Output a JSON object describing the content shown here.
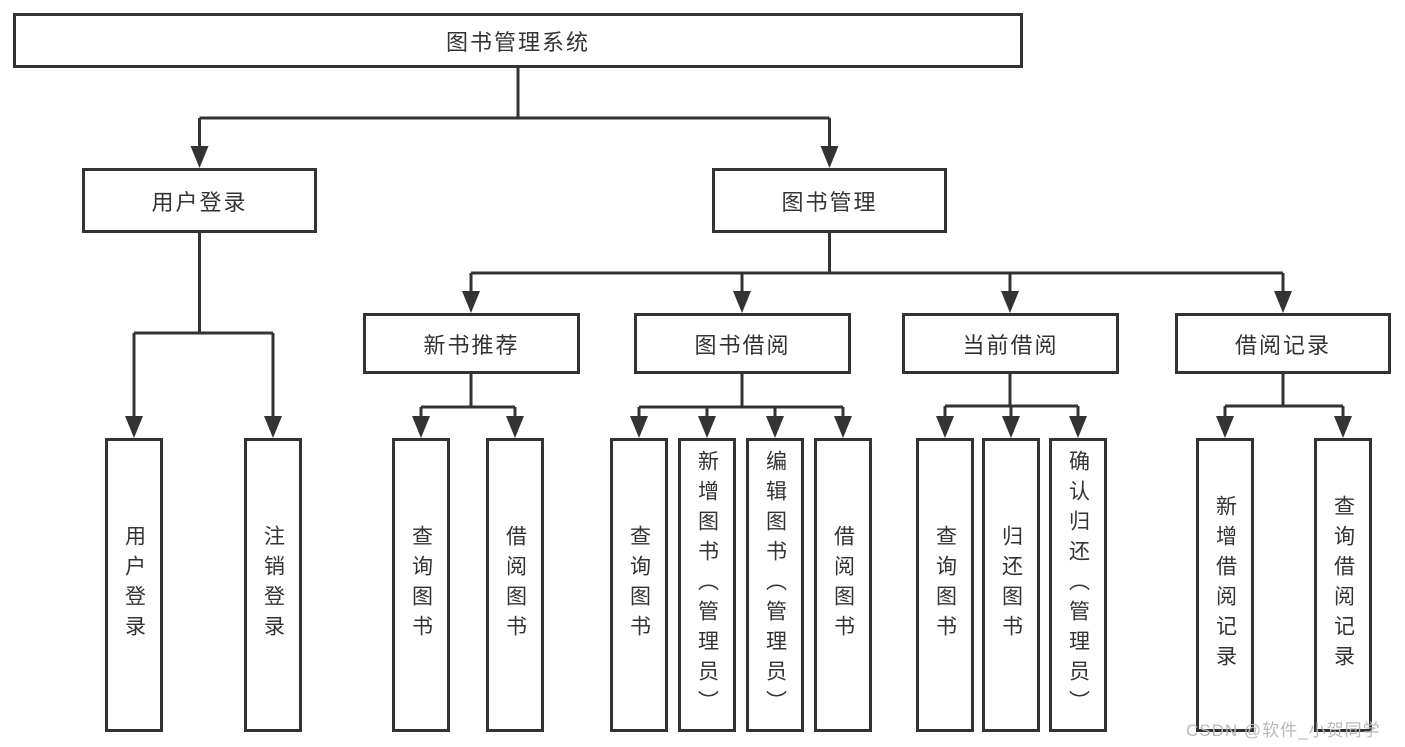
{
  "diagram": {
    "type": "hierarchy-tree",
    "nodes": {
      "root": {
        "label": "图书管理系统"
      },
      "user_login": {
        "label": "用户登录"
      },
      "book_mgmt": {
        "label": "图书管理"
      },
      "new_book": {
        "label": "新书推荐"
      },
      "book_borrow": {
        "label": "图书借阅"
      },
      "current_borrow": {
        "label": "当前借阅"
      },
      "borrow_record": {
        "label": "借阅记录"
      },
      "leaf_user_login": {
        "label": "用户登录"
      },
      "leaf_logout": {
        "label": "注销登录"
      },
      "leaf_newbook_query": {
        "label": "查询图书"
      },
      "leaf_newbook_borrow": {
        "label": "借阅图书"
      },
      "leaf_borrow_query": {
        "label": "查询图书"
      },
      "leaf_borrow_add": {
        "label": "新增图书（管理员）"
      },
      "leaf_borrow_edit": {
        "label": "编辑图书（管理员）"
      },
      "leaf_borrow_borrow": {
        "label": "借阅图书"
      },
      "leaf_current_query": {
        "label": "查询图书"
      },
      "leaf_current_return": {
        "label": "归还图书"
      },
      "leaf_current_confirm": {
        "label": "确认归还（管理员）"
      },
      "leaf_record_add": {
        "label": "新增借阅记录"
      },
      "leaf_record_query": {
        "label": "查询借阅记录"
      }
    },
    "edges": [
      [
        "root",
        "user_login"
      ],
      [
        "root",
        "book_mgmt"
      ],
      [
        "user_login",
        "leaf_user_login"
      ],
      [
        "user_login",
        "leaf_logout"
      ],
      [
        "book_mgmt",
        "new_book"
      ],
      [
        "book_mgmt",
        "book_borrow"
      ],
      [
        "book_mgmt",
        "current_borrow"
      ],
      [
        "book_mgmt",
        "borrow_record"
      ],
      [
        "new_book",
        "leaf_newbook_query"
      ],
      [
        "new_book",
        "leaf_newbook_borrow"
      ],
      [
        "book_borrow",
        "leaf_borrow_query"
      ],
      [
        "book_borrow",
        "leaf_borrow_add"
      ],
      [
        "book_borrow",
        "leaf_borrow_edit"
      ],
      [
        "book_borrow",
        "leaf_borrow_borrow"
      ],
      [
        "current_borrow",
        "leaf_current_query"
      ],
      [
        "current_borrow",
        "leaf_current_return"
      ],
      [
        "current_borrow",
        "leaf_current_confirm"
      ],
      [
        "borrow_record",
        "leaf_record_add"
      ],
      [
        "borrow_record",
        "leaf_record_query"
      ]
    ],
    "colors": {
      "line": "#333333",
      "text": "#333333",
      "box_background": "#ffffff",
      "watermark": "#b9b9b9",
      "background": "#ffffff"
    }
  },
  "watermark": {
    "text": "CSDN @软件_小贺同学"
  }
}
